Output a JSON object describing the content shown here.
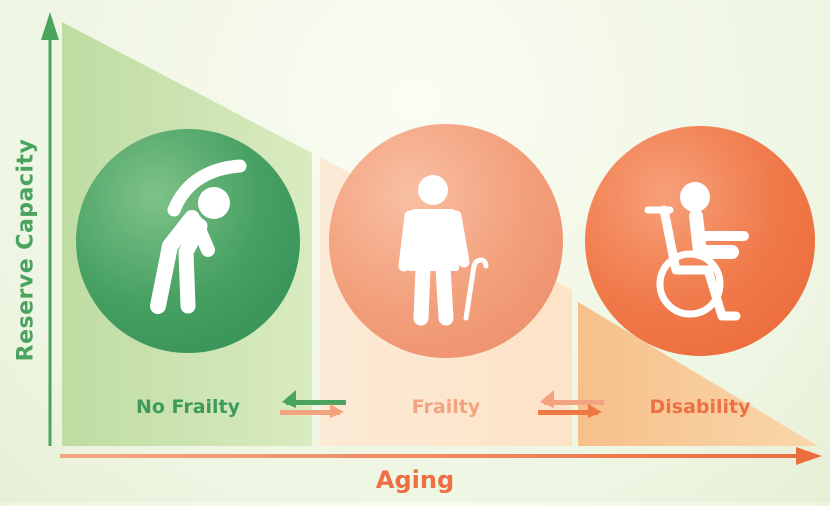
{
  "axes": {
    "y_title": "Reserve Capacity",
    "x_title": "Aging"
  },
  "stages": [
    {
      "label": "No Frailty",
      "icon": "stretching-person-icon",
      "color": "#3e9a5a"
    },
    {
      "label": "Frailty",
      "icon": "elderly-person-with-cane-icon",
      "color": "#f09a75"
    },
    {
      "label": "Disability",
      "icon": "wheelchair-user-icon",
      "color": "#ee6f43"
    }
  ],
  "transitions": [
    {
      "between": [
        "No Frailty",
        "Frailty"
      ],
      "icon": "bidirectional-arrows-icon"
    },
    {
      "between": [
        "Frailty",
        "Disability"
      ],
      "icon": "bidirectional-arrows-icon"
    }
  ],
  "colors": {
    "green": "#4aa35f",
    "green_dark": "#3e9a5a",
    "orange": "#f07845",
    "salmon": "#f4a381",
    "peach": "#fbe3cc",
    "amber": "#f6c58d"
  }
}
